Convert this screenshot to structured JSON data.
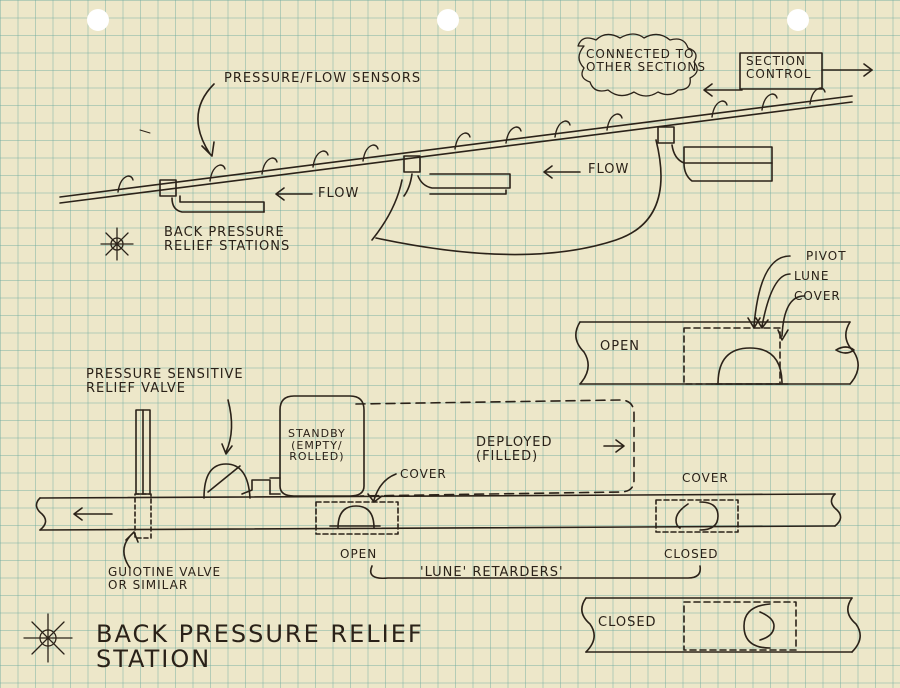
{
  "top_diagram": {
    "section_control": [
      "SECTION",
      "CONTROL"
    ],
    "connected_note": [
      "CONNECTED TO",
      "OTHER SECTIONS"
    ],
    "sensors_label": "PRESSURE/FLOW SENSORS",
    "flow_left": "FLOW",
    "flow_right": "FLOW",
    "station_label": [
      "BACK PRESSURE",
      "RELIEF STATIONS"
    ]
  },
  "bottom_diagram": {
    "pressure_valve_label": [
      "PRESSURE SENSITIVE",
      "RELIEF VALVE"
    ],
    "standby_label": [
      "STANDBY",
      "(EMPTY/",
      "ROLLED)"
    ],
    "deployed_label": [
      "DEPLOYED",
      "(FILLED)"
    ],
    "cover_left": "COVER",
    "cover_right": "COVER",
    "open_label": "OPEN",
    "closed_label": "CLOSED",
    "lune_retarders": "'LUNE' RETARDERS'",
    "guillotine_label": [
      "GUIOTINE VALVE",
      "OR SIMILAR"
    ],
    "detail_open": {
      "labels": [
        "PIVOT",
        "LUNE",
        "COVER"
      ],
      "state": "OPEN"
    },
    "detail_closed": {
      "state": "CLOSED"
    },
    "title": [
      "BACK PRESSURE RELIEF",
      "STATION"
    ]
  }
}
